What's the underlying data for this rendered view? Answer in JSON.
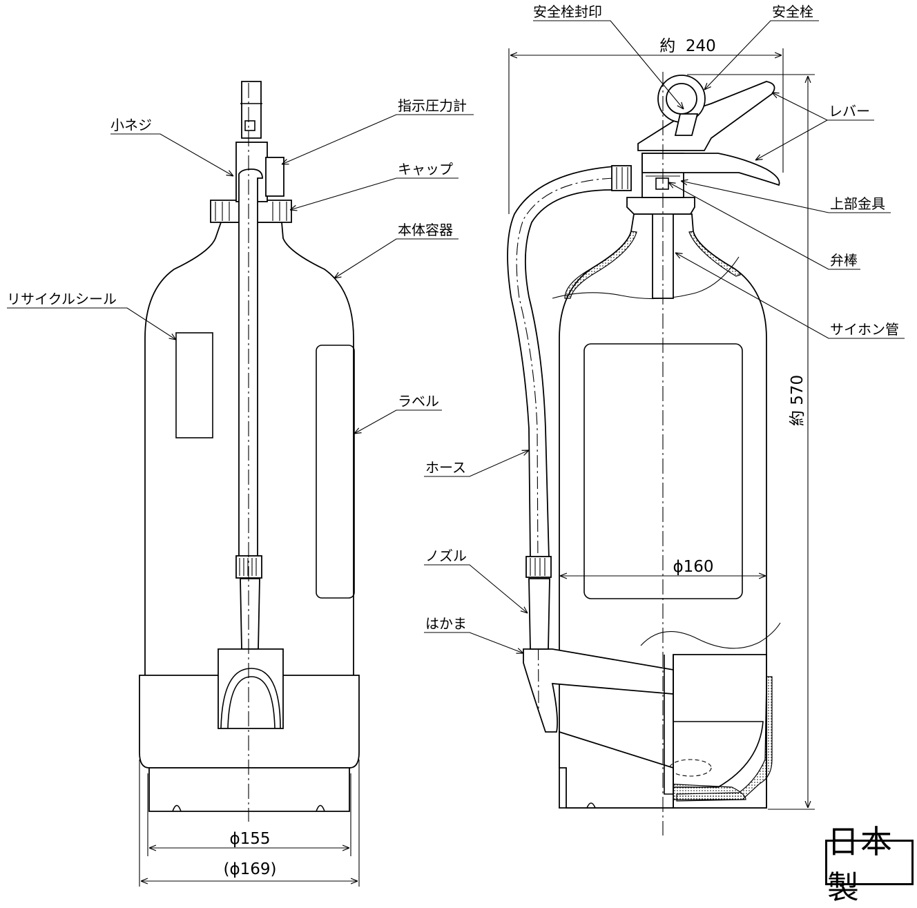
{
  "labels": {
    "small_screw": "小ネジ",
    "pressure_gauge": "指示圧力計",
    "cap": "キャップ",
    "body_container": "本体容器",
    "recycle_seal": "リサイクルシール",
    "label": "ラベル",
    "safety_pin_seal": "安全栓封印",
    "safety_pin": "安全栓",
    "lever": "レバー",
    "upper_fitting": "上部金具",
    "valve_rod": "弁棒",
    "siphon_tube": "サイホン管",
    "hose": "ホース",
    "nozzle": "ノズル",
    "hakama": "はかま"
  },
  "dimensions": {
    "base_diameter": "ϕ155",
    "outer_diameter": "(ϕ169)",
    "body_diameter": "ϕ160",
    "width": "約  240",
    "height": "約 570"
  },
  "origin": "日本製"
}
